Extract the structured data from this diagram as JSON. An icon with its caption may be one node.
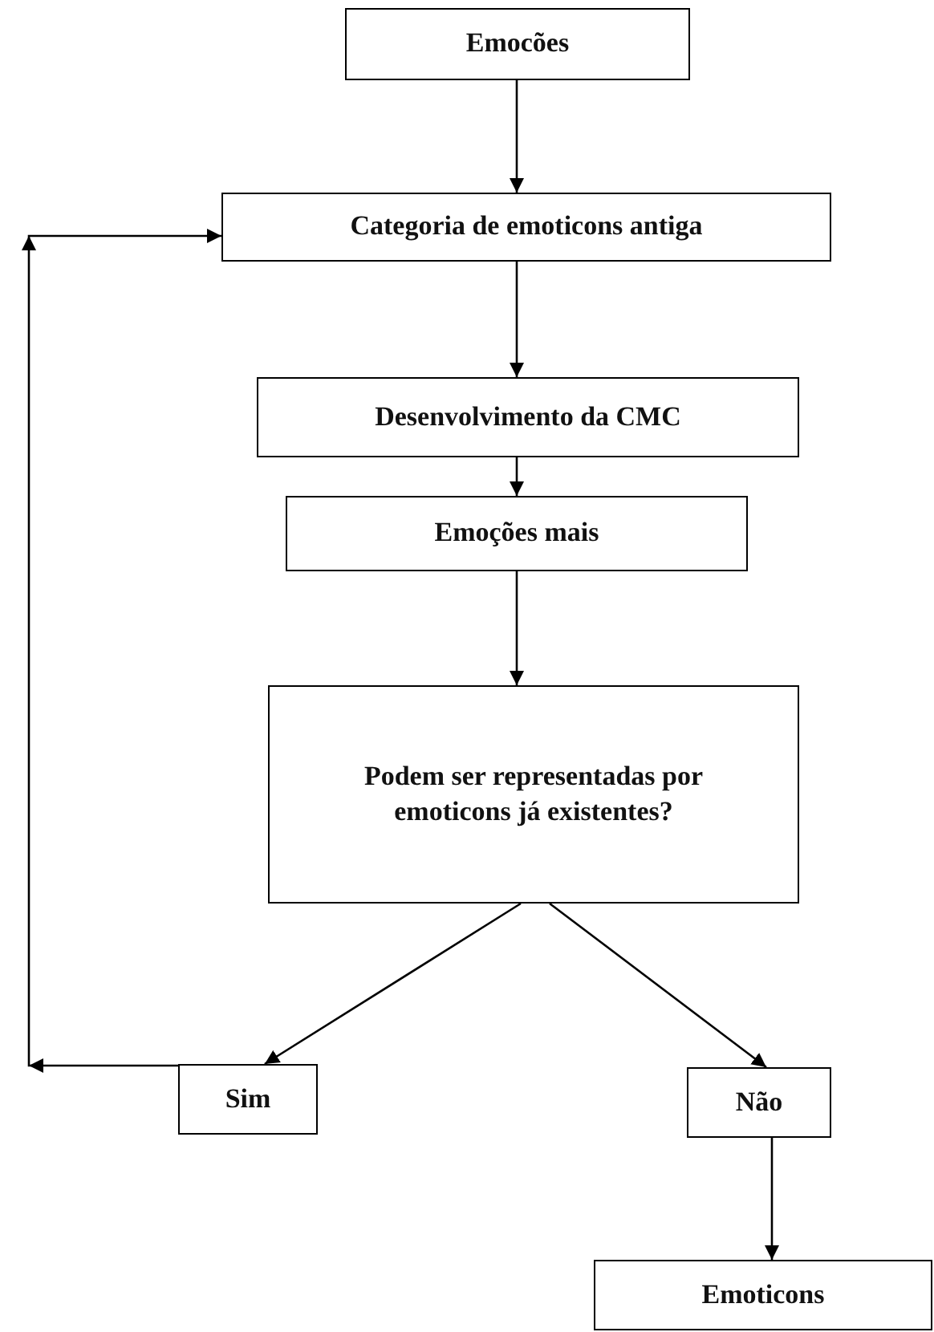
{
  "diagram": {
    "nodes": [
      {
        "text": [
          "Emocões"
        ]
      },
      {
        "text": [
          "Categoria de emoticons antiga"
        ]
      },
      {
        "text": [
          "Desenvolvimento da CMC"
        ]
      },
      {
        "text": [
          "Emoções mais"
        ]
      },
      {
        "text": [
          "Podem ser representadas por emoticons já existentes?"
        ]
      },
      {
        "text": [
          "Sim"
        ]
      },
      {
        "text": [
          "Não"
        ]
      },
      {
        "text": [
          "Emoticons"
        ]
      }
    ],
    "edges": [
      {
        "from": 0,
        "to": 1,
        "arrow": "to"
      },
      {
        "from": 1,
        "to": 2,
        "arrow": "to"
      },
      {
        "from": 2,
        "to": 3,
        "arrow": "to"
      },
      {
        "from": 3,
        "to": 4,
        "arrow": "to"
      },
      {
        "from": 4,
        "to": 5,
        "arrow": "to"
      },
      {
        "from": 4,
        "to": 6,
        "arrow": "to"
      },
      {
        "from": 6,
        "to": 7,
        "arrow": "to"
      },
      {
        "from": 5,
        "to": 1,
        "arrow": "to"
      }
    ]
  }
}
